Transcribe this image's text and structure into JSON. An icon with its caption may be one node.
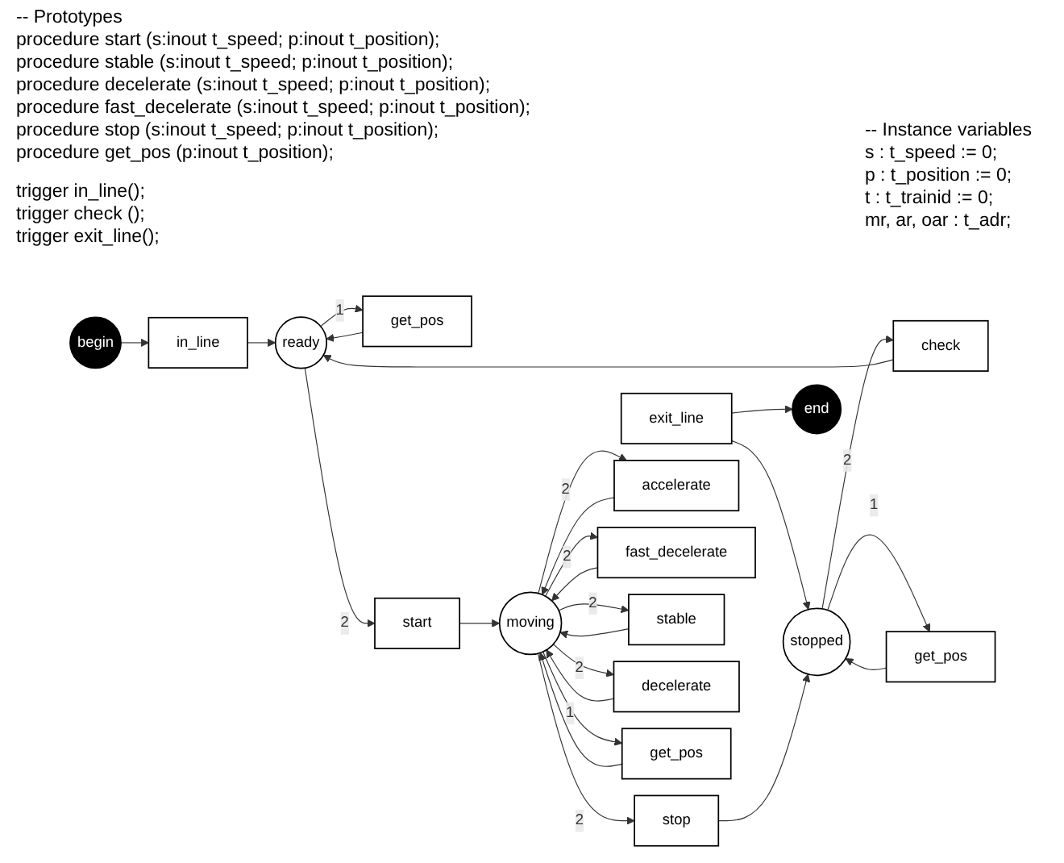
{
  "diagram": {
    "nodes": [
      {
        "text": [
          "begin"
        ]
      },
      {
        "text": [
          "in_line"
        ]
      },
      {
        "text": [
          "ready"
        ]
      },
      {
        "text": [
          "get_pos"
        ]
      },
      {
        "text": [
          "check"
        ]
      },
      {
        "text": [
          "get_pos"
        ]
      },
      {
        "text": [
          "stopped"
        ]
      },
      {
        "text": [
          "exit_line"
        ]
      },
      {
        "text": [
          "end"
        ]
      },
      {
        "text": [
          "start"
        ]
      },
      {
        "text": [
          "moving"
        ]
      },
      {
        "text": [
          "stop"
        ]
      },
      {
        "text": [
          "accelerate"
        ]
      },
      {
        "text": [
          "fast_decelerate"
        ]
      },
      {
        "text": [
          "stable"
        ]
      },
      {
        "text": [
          "decelerate"
        ]
      },
      {
        "text": [
          "get_pos"
        ]
      }
    ],
    "edges": [
      {
        "from": 0,
        "to": 1,
        "arrow": "to"
      },
      {
        "from": 1,
        "to": 2,
        "arrow": "to"
      },
      {
        "from": 2,
        "to": 3,
        "arrow": "to",
        "label": "1"
      },
      {
        "from": 3,
        "to": 2,
        "arrow": "to"
      },
      {
        "from": 4,
        "to": 2,
        "arrow": "to"
      },
      {
        "from": 6,
        "to": 4,
        "arrow": "to",
        "label": "2"
      },
      {
        "from": 5,
        "to": 6,
        "arrow": "to"
      },
      {
        "from": 6,
        "to": 5,
        "arrow": "to",
        "label": "1"
      },
      {
        "from": 7,
        "to": 6,
        "arrow": "to"
      },
      {
        "from": 7,
        "to": 8,
        "arrow": "to"
      },
      {
        "from": 2,
        "to": 9,
        "arrow": "to",
        "label": "2"
      },
      {
        "from": 9,
        "to": 10,
        "arrow": "to"
      },
      {
        "from": 10,
        "to": 11,
        "arrow": "to",
        "label": "2"
      },
      {
        "from": 11,
        "to": 6,
        "arrow": "to"
      },
      {
        "from": 10,
        "to": 12,
        "arrow": "to",
        "label": "2"
      },
      {
        "from": 12,
        "to": 10,
        "arrow": "to"
      },
      {
        "from": 10,
        "to": 13,
        "arrow": "to",
        "label": "2"
      },
      {
        "from": 13,
        "to": 10,
        "arrow": "to"
      },
      {
        "from": 10,
        "to": 14,
        "arrow": "to",
        "label": "2"
      },
      {
        "from": 14,
        "to": 10,
        "arrow": "to"
      },
      {
        "from": 10,
        "to": 15,
        "arrow": "to",
        "label": "2"
      },
      {
        "from": 15,
        "to": 10,
        "arrow": "to"
      },
      {
        "from": 10,
        "to": 16,
        "arrow": "to",
        "label": "1"
      },
      {
        "from": 16,
        "to": 10,
        "arrow": "to"
      }
    ],
    "labels": [
      "-- Prototypes",
      "procedure start (s:inout t_speed; p:inout t_position);",
      "procedure stable (s:inout t_speed; p:inout t_position);",
      "procedure decelerate (s:inout t_speed; p:inout t_position);",
      "procedure fast_decelerate (s:inout t_speed; p:inout t_position);",
      "procedure stop (s:inout t_speed; p:inout t_position);",
      "procedure get_pos (p:inout t_position);",
      "trigger in_line();",
      "trigger check ();",
      "trigger exit_line();",
      "-- Instance variables",
      "s : t_speed := 0;",
      "p : t_position := 0;",
      "t : t_trainid := 0;",
      "mr, ar, oar : t_adr;"
    ]
  }
}
